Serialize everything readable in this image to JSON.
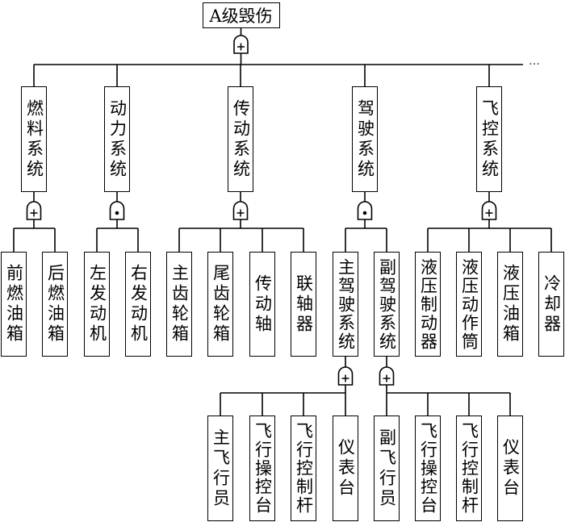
{
  "diagram": {
    "type": "fault-tree",
    "root": {
      "label": "A级毁伤",
      "gate": "or",
      "continuation": "…",
      "children": [
        {
          "label": "燃料系统",
          "gate": "or",
          "children": [
            {
              "label": "前燃油箱"
            },
            {
              "label": "后燃油箱"
            }
          ]
        },
        {
          "label": "动力系统",
          "gate": "and",
          "children": [
            {
              "label": "左发动机"
            },
            {
              "label": "右发动机"
            }
          ]
        },
        {
          "label": "传动系统",
          "gate": "or",
          "children": [
            {
              "label": "主齿轮箱"
            },
            {
              "label": "尾齿轮箱"
            },
            {
              "label": "传动轴"
            },
            {
              "label": "联轴器"
            }
          ]
        },
        {
          "label": "驾驶系统",
          "gate": "and",
          "children": [
            {
              "label": "主驾驶系统",
              "gate": "or",
              "children": [
                {
                  "label": "主飞行员"
                },
                {
                  "label": "飞行操控台"
                },
                {
                  "label": "飞行控制杆"
                },
                {
                  "label": "仪表台"
                }
              ]
            },
            {
              "label": "副驾驶系统",
              "gate": "or",
              "children": [
                {
                  "label": "副飞行员"
                },
                {
                  "label": "飞行操控台"
                },
                {
                  "label": "飞行控制杆"
                },
                {
                  "label": "仪表台"
                }
              ]
            }
          ]
        },
        {
          "label": "飞控系统",
          "gate": "or",
          "children": [
            {
              "label": "液压制动器"
            },
            {
              "label": "液压动作筒"
            },
            {
              "label": "液压油箱"
            },
            {
              "label": "冷却器"
            }
          ]
        }
      ]
    },
    "gate_symbols": {
      "or": "+",
      "and": "•"
    },
    "colors": {
      "line": "#000000",
      "background": "#ffffff"
    }
  }
}
